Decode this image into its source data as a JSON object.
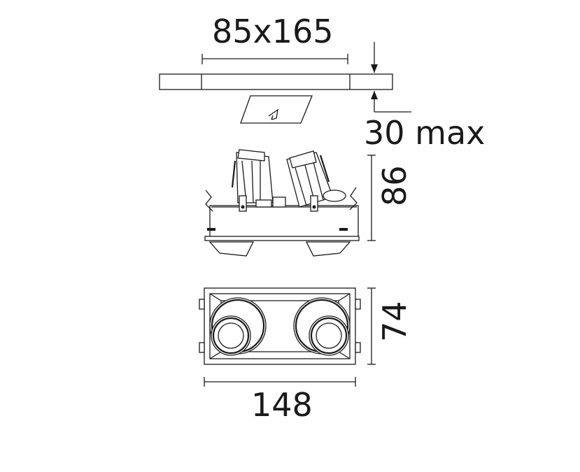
{
  "dimensions": {
    "cutout_label": "85x165",
    "ceiling_thickness_label": "30 max",
    "height_label": "86",
    "width_label": "74",
    "length_label": "148"
  },
  "colors": {
    "line": "#1a1a1a",
    "background": "#ffffff"
  }
}
